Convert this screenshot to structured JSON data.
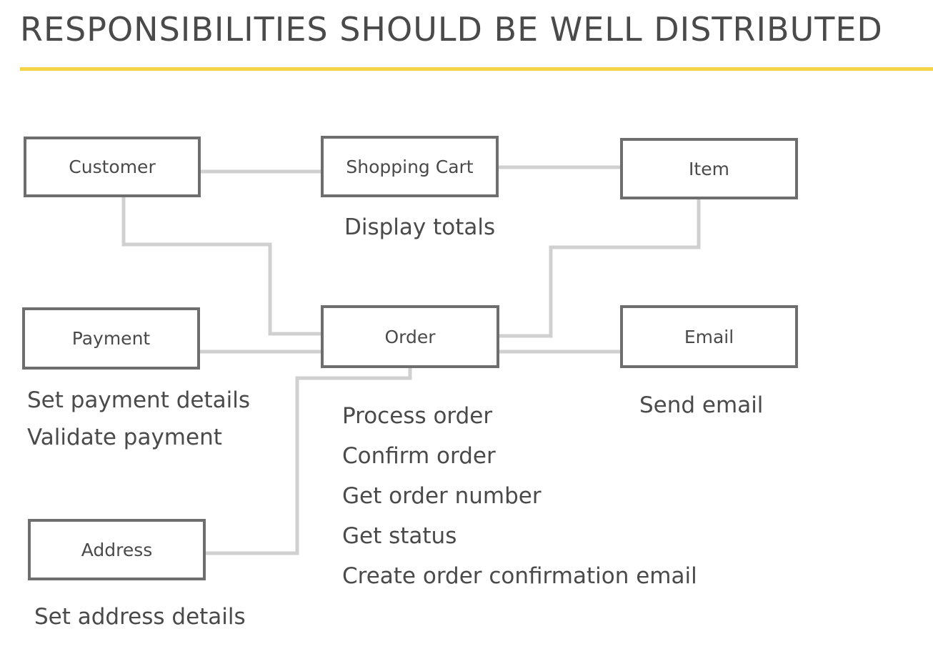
{
  "title": "RESPONSIBILITIES SHOULD BE WELL DISTRIBUTED",
  "colors": {
    "accent_rule": "#f5d547",
    "box_border": "#6e6e6e",
    "connector": "#d0d0d0",
    "text": "#4a4a4a"
  },
  "classes": {
    "customer": {
      "label": "Customer",
      "responsibilities": []
    },
    "shopping_cart": {
      "label": "Shopping Cart",
      "responsibilities": [
        "Display totals"
      ]
    },
    "item": {
      "label": "Item",
      "responsibilities": []
    },
    "payment": {
      "label": "Payment",
      "responsibilities": [
        "Set payment details",
        "Validate payment"
      ]
    },
    "order": {
      "label": "Order",
      "responsibilities": [
        "Process order",
        "Confirm order",
        "Get order number",
        "Get status",
        "Create order confirmation email"
      ]
    },
    "email": {
      "label": "Email",
      "responsibilities": [
        "Send email"
      ]
    },
    "address": {
      "label": "Address",
      "responsibilities": [
        "Set address details"
      ]
    }
  },
  "connections": [
    [
      "customer",
      "shopping_cart"
    ],
    [
      "shopping_cart",
      "item"
    ],
    [
      "customer",
      "order"
    ],
    [
      "item",
      "order"
    ],
    [
      "payment",
      "order"
    ],
    [
      "order",
      "email"
    ],
    [
      "order",
      "address"
    ]
  ]
}
